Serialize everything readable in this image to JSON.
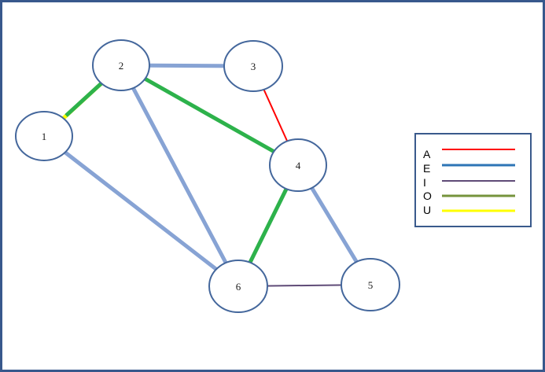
{
  "canvas": {
    "background": "#FFFFFF",
    "border_color": "#38588C"
  },
  "graph": {
    "node_style": {
      "fill": "#FFFFFF",
      "stroke": "#44679C"
    },
    "nodes": [
      {
        "label": "1"
      },
      {
        "label": "2"
      },
      {
        "label": "3"
      },
      {
        "label": "4"
      },
      {
        "label": "5"
      },
      {
        "label": "6"
      }
    ],
    "edges": [
      {
        "from": "1",
        "to": "2",
        "color_name": "yellow",
        "color": "#FFFF00",
        "width": 5
      },
      {
        "from": "2",
        "to": "3",
        "color_name": "light-blue",
        "color": "#87A3D4",
        "width": 5
      },
      {
        "from": "1",
        "to": "6",
        "color_name": "light-blue",
        "color": "#87A3D4",
        "width": 5
      },
      {
        "from": "2",
        "to": "6",
        "color_name": "light-blue",
        "color": "#87A3D4",
        "width": 5
      },
      {
        "from": "4",
        "to": "5",
        "color_name": "light-blue",
        "color": "#87A3D4",
        "width": 5
      },
      {
        "from": "5",
        "to": "6",
        "color_name": "purple",
        "color": "#5F4B77",
        "width": 2
      },
      {
        "from": "3",
        "to": "4",
        "color_name": "red",
        "color": "#FF0000",
        "width": 2
      },
      {
        "from": "1",
        "to": "2",
        "color_name": "green",
        "color": "#2DB24B",
        "width": 5
      },
      {
        "from": "2",
        "to": "4",
        "color_name": "green",
        "color": "#2DB24B",
        "width": 5
      },
      {
        "from": "4",
        "to": "6",
        "color_name": "green",
        "color": "#2DB24B",
        "width": 5
      }
    ]
  },
  "legend": {
    "border_color": "#3A5A8C",
    "items": [
      {
        "label": "A",
        "color": "#FF0000",
        "width": 2
      },
      {
        "label": "E",
        "color": "#2E75B6",
        "width": 3
      },
      {
        "label": "I",
        "color": "#5F4B77",
        "width": 2
      },
      {
        "label": "O",
        "color": "#76933C",
        "width": 3
      },
      {
        "label": "U",
        "color": "#FFFF00",
        "width": 3
      }
    ]
  }
}
